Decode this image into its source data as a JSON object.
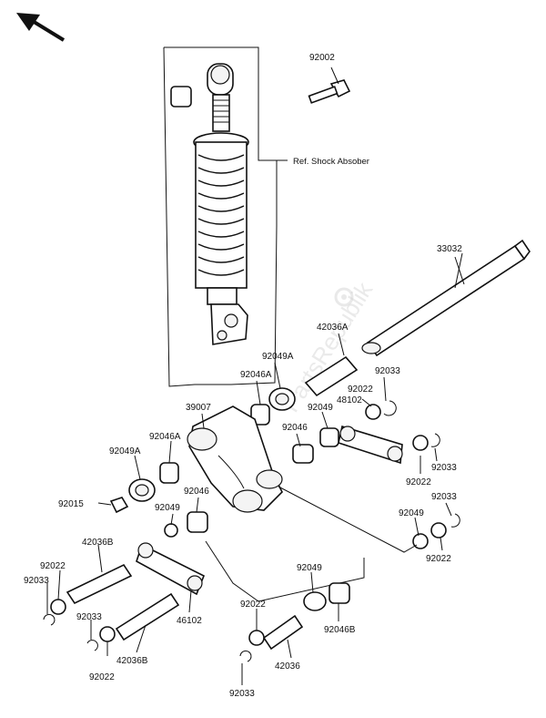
{
  "diagram": {
    "reference_label": "Ref. Shock Absober",
    "watermark": "PartsRepublik",
    "part_labels": [
      {
        "id": "p1",
        "text": "92002"
      },
      {
        "id": "p2",
        "text": "33032"
      },
      {
        "id": "p3",
        "text": "42036A"
      },
      {
        "id": "p4",
        "text": "92049A"
      },
      {
        "id": "p5",
        "text": "92046A"
      },
      {
        "id": "p6",
        "text": "92022"
      },
      {
        "id": "p7",
        "text": "92033"
      },
      {
        "id": "p8",
        "text": "48102"
      },
      {
        "id": "p9",
        "text": "39007"
      },
      {
        "id": "p10",
        "text": "92049"
      },
      {
        "id": "p11",
        "text": "92046"
      },
      {
        "id": "p12",
        "text": "92033"
      },
      {
        "id": "p13",
        "text": "92022"
      },
      {
        "id": "p14",
        "text": "92046A"
      },
      {
        "id": "p15",
        "text": "92049A"
      },
      {
        "id": "p16",
        "text": "92015"
      },
      {
        "id": "p17",
        "text": "92049"
      },
      {
        "id": "p18",
        "text": "92046"
      },
      {
        "id": "p19",
        "text": "92049"
      },
      {
        "id": "p20",
        "text": "92033"
      },
      {
        "id": "p21",
        "text": "92022"
      },
      {
        "id": "p22",
        "text": "42036B"
      },
      {
        "id": "p23",
        "text": "92022"
      },
      {
        "id": "p24",
        "text": "92033"
      },
      {
        "id": "p25",
        "text": "92033"
      },
      {
        "id": "p26",
        "text": "46102"
      },
      {
        "id": "p27",
        "text": "42036B"
      },
      {
        "id": "p28",
        "text": "92022"
      },
      {
        "id": "p29",
        "text": "92049"
      },
      {
        "id": "p30",
        "text": "92022"
      },
      {
        "id": "p31",
        "text": "92046B"
      },
      {
        "id": "p32",
        "text": "42036"
      },
      {
        "id": "p33",
        "text": "92033"
      }
    ]
  }
}
